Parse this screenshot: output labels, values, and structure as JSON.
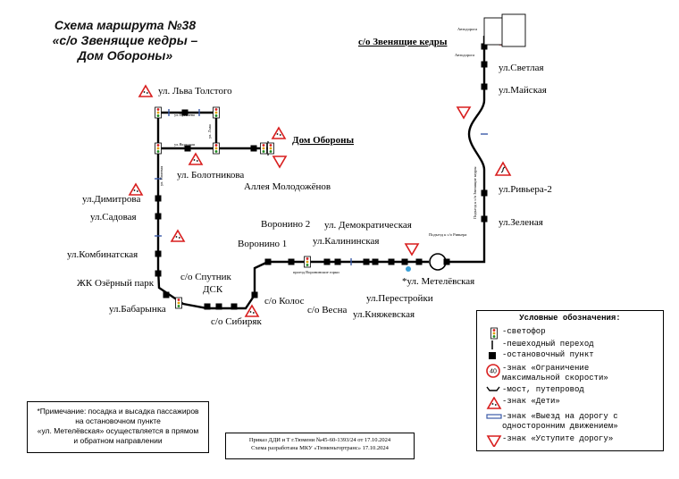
{
  "title": {
    "line1": "Схема маршрута №38",
    "line2": "«с/о Звенящие кедры –",
    "line3": "Дом Обороны»"
  },
  "labels": {
    "lva_tolstogo": "ул. Льва Толстого",
    "pugacheva": "ул.Пугачева",
    "yakutskaya": "ул.Якутская",
    "lva": "ул. Льва",
    "dom_oborony": "Дом Обороны",
    "bolotnikova": "ул. Болотникова",
    "alleya": "Аллея Молодожёнов",
    "dimitrova": "ул.Димитрова",
    "sadovaya": "ул.Садовая",
    "kombinatskaya": "ул.Комбинатская",
    "zhk": "ЖК Озёрный парк",
    "babarynka": "ул.Бабарынка",
    "sputnik": "с/о Спутник",
    "dsk": "ДСК",
    "sibiryak": "с/о Сибиряк",
    "kolos": "с/о Колос",
    "voronino1": "Воронино 1",
    "voronino2": "Воронино 2",
    "proezd": "проезд Воронинские горки",
    "kalininskaya": "ул.Калининская",
    "demokraticheskaya": "ул. Демократическая",
    "vesna": "с/о Весна",
    "knyazhevskaya": "ул.Княжевская",
    "perestroyki": "ул.Перестройки",
    "meteleevskaya": "*ул. Метелёвская",
    "zvenyashchie": "с/о Звенящие кедры",
    "svetlaya": "ул.Светлая",
    "mayskaya": "ул.Майская",
    "riviera": "ул.Ривьера-2",
    "zelenaya": "ул.Зеленая",
    "podezd_riviera": "Подъезд к с/о Ривьера",
    "avtodoroga": "Автодорога",
    "podezd_zven": "Подъезд к с/о Звенящие кедры",
    "ul_polevaya": "ул. Полевая"
  },
  "note": {
    "line1": "*Примечание: посадка и высадка пассажиров",
    "line2": "на остановочном пункте",
    "line3": "«ул. Метелёвская» осуществляется в прямом",
    "line4": "и обратном направлении"
  },
  "order": {
    "line1": "Приказ ДДИ и Т г.Тюмени №45-60-1393/24 от 17.10.2024",
    "line2": "Схема разработана МКУ «Тюменьгортранс» 17.10.2024"
  },
  "legend": {
    "title": "Условные обозначения:",
    "items": [
      {
        "icon": "traffic-light-icon",
        "text": "-светофор"
      },
      {
        "icon": "crosswalk-icon",
        "text": "-пешеходный переход"
      },
      {
        "icon": "stop-icon",
        "text": "-остановочный пункт"
      },
      {
        "icon": "speed-limit-icon",
        "speed": "40",
        "text": "-знак «Ограничение максимальной скорости»"
      },
      {
        "icon": "bridge-icon",
        "text": "-мост, путепровод"
      },
      {
        "icon": "children-sign-icon",
        "text": "-знак «Дети»"
      },
      {
        "icon": "one-way-exit-icon",
        "text": "-знак «Выезд на дорогу с односторонним движением»"
      },
      {
        "icon": "yield-sign-icon",
        "text": "-знак «Уступите дорогу»"
      }
    ]
  },
  "colors": {
    "route": "#000000",
    "sign_red": "#d81e1e",
    "crosswalk": "#3b5ba8",
    "note_marker": "#3aa0d8"
  }
}
